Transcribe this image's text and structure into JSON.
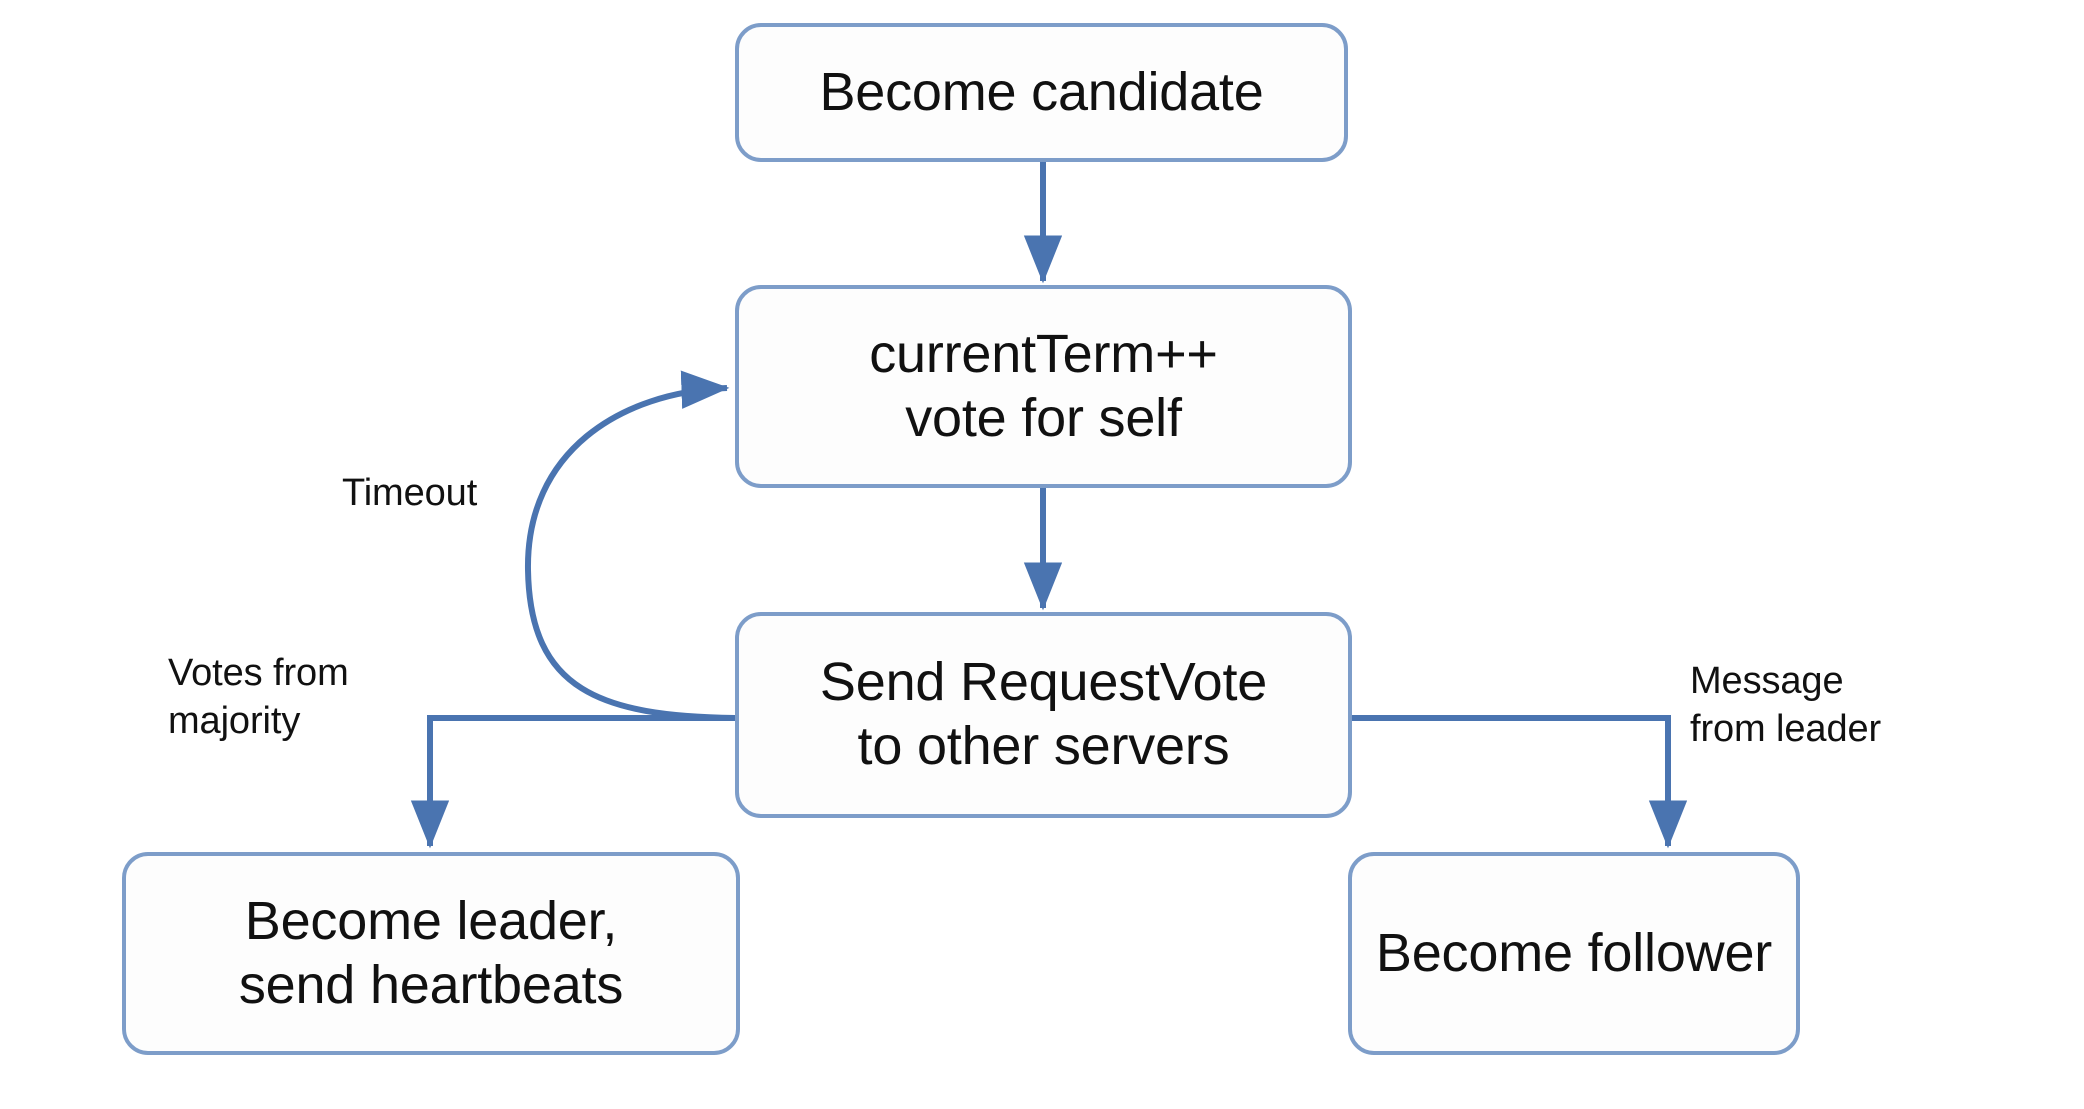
{
  "diagram": {
    "title": "Raft candidate state transition flowchart",
    "colors": {
      "node_border": "#7d9dc9",
      "node_fill": "#fdfdfd",
      "edge_line": "#4a74b0",
      "text": "#111111",
      "background": "#ffffff"
    },
    "nodes": [
      {
        "id": "become-candidate",
        "label": "Become candidate"
      },
      {
        "id": "current-term",
        "label": "currentTerm++\nvote for self"
      },
      {
        "id": "send-request-vote",
        "label": "Send RequestVote\nto other servers"
      },
      {
        "id": "become-leader",
        "label": "Become leader,\nsend heartbeats"
      },
      {
        "id": "become-follower",
        "label": "Become follower"
      }
    ],
    "edge_labels": [
      {
        "id": "timeout",
        "label": "Timeout"
      },
      {
        "id": "votes-from-majority",
        "label": "Votes from\nmajority"
      },
      {
        "id": "message-from-leader",
        "label": "Message\nfrom leader"
      }
    ],
    "edges": [
      {
        "id": "candidate-to-term",
        "from": "become-candidate",
        "to": "current-term",
        "label": ""
      },
      {
        "id": "term-to-request",
        "from": "current-term",
        "to": "send-request-vote",
        "label": ""
      },
      {
        "id": "request-to-term",
        "from": "send-request-vote",
        "to": "current-term",
        "label": "Timeout"
      },
      {
        "id": "request-to-leader",
        "from": "send-request-vote",
        "to": "become-leader",
        "label": "Votes from majority"
      },
      {
        "id": "request-to-follower",
        "from": "send-request-vote",
        "to": "become-follower",
        "label": "Message from leader"
      }
    ]
  }
}
